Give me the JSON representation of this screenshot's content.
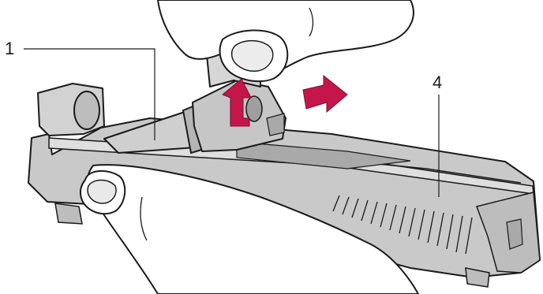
{
  "callouts": [
    {
      "id": "1",
      "label": "1"
    },
    {
      "id": "4",
      "label": "4"
    }
  ],
  "colors": {
    "part_fill": "#c9c9c9",
    "part_dark": "#a9a9a9",
    "part_light": "#dedede",
    "outline": "#1a1a1a",
    "arrow": "#c4164a",
    "skin": "#ffffff"
  }
}
